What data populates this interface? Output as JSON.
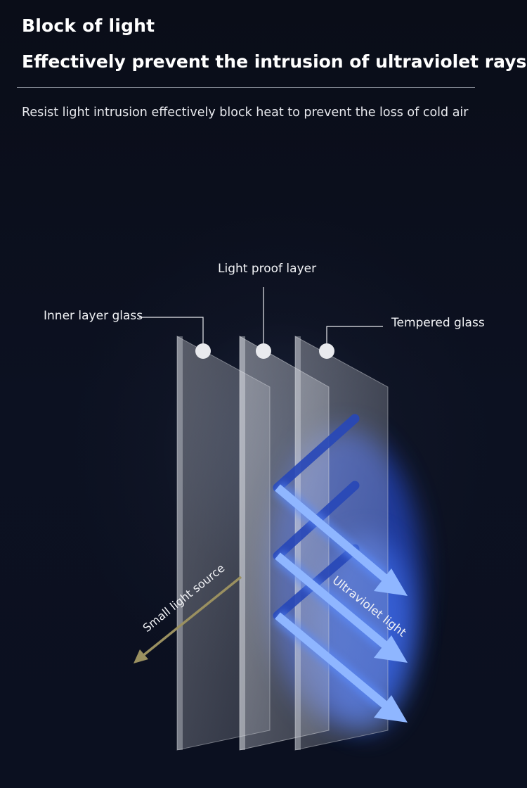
{
  "header": {
    "title": "Block of light",
    "subtitle": "Effectively prevent the intrusion of ultraviolet rays",
    "description": "Resist light intrusion effectively block heat to prevent the loss of cold air"
  },
  "diagram": {
    "layers": [
      {
        "label": "Inner layer glass"
      },
      {
        "label": "Light proof layer"
      },
      {
        "label": "Tempered glass"
      }
    ],
    "small_light_label": "Small light source",
    "uv_label": "Ultraviolet light",
    "colors": {
      "uv_glow": "#3c6cff",
      "uv_arrow": "#8fb6ff",
      "small_light": "#9a9060",
      "glass": "#c8cbd2"
    }
  }
}
